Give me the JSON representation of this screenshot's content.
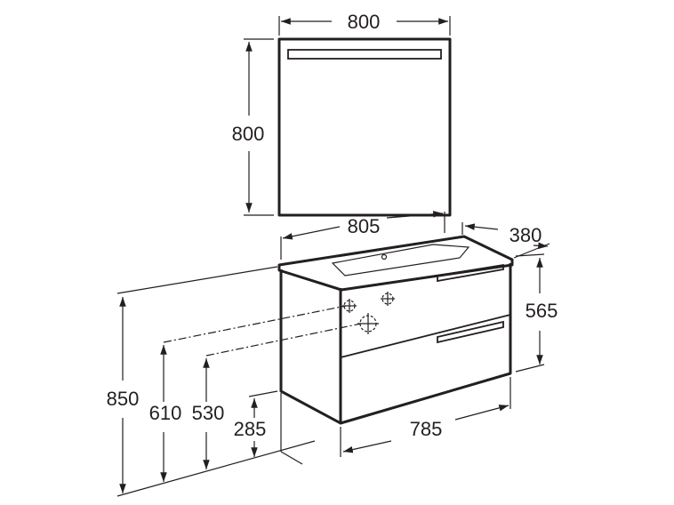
{
  "dimensions": {
    "mirror_width": "800",
    "mirror_height": "800",
    "basin_width": "805",
    "depth": "380",
    "cabinet_height": "565",
    "overall_height": "850",
    "drain_height_1": "610",
    "drain_height_2": "530",
    "floor_gap": "285",
    "cabinet_width": "785"
  },
  "colors": {
    "line": "#231f20",
    "background": "#ffffff"
  }
}
